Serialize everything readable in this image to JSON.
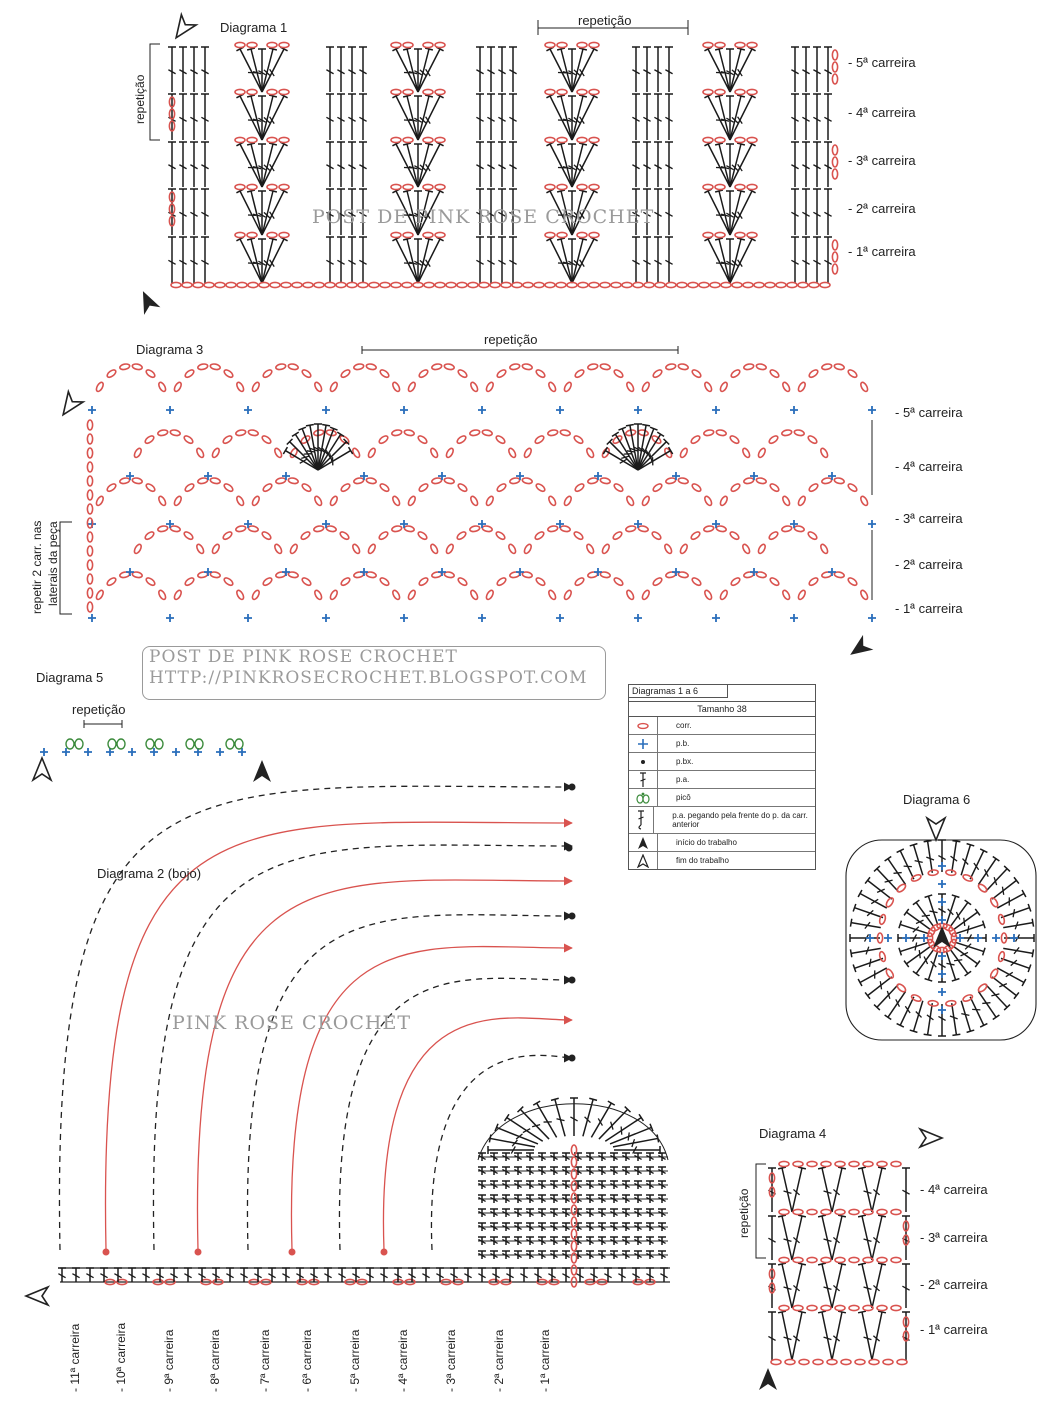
{
  "diagram1": {
    "title": "Diagrama 1",
    "repeat_label_top": "repetição",
    "repeat_label_side": "repetição",
    "rows": [
      "- 5ª carreira",
      "- 4ª carreira",
      "- 3ª carreira",
      "- 2ª carreira",
      "- 1ª carreira"
    ]
  },
  "diagram3": {
    "title": "Diagrama 3",
    "repeat_label_top": "repetição",
    "side_note": [
      "repetir 2 carr. nas",
      "laterais da peça"
    ],
    "rows": [
      "- 5ª carreira",
      "- 4ª carreira",
      "- 3ª carreira",
      "- 2ª carreira",
      "- 1ª carreira"
    ]
  },
  "diagram5": {
    "title": "Diagrama 5",
    "repeat_label_top": "repetição"
  },
  "diagram2": {
    "title": "Diagrama 2 (bojo)",
    "rows": [
      "- 11ª carreira",
      "- 10ª carreira",
      "- 9ª carreira",
      "- 8ª carreira",
      "- 7ª carreira",
      "- 6ª carreira",
      "- 5ª carreira",
      "- 4ª carreira",
      "- 3ª carreira",
      "- 2ª carreira",
      "- 1ª carreira"
    ]
  },
  "diagram6": {
    "title": "Diagrama 6"
  },
  "diagram4": {
    "title": "Diagrama 4",
    "repeat_label_side": "repetição",
    "rows": [
      "- 4ª carreira",
      "- 3ª carreira",
      "- 2ª carreira",
      "- 1ª carreira"
    ]
  },
  "legend": {
    "title": "Diagramas 1 a 6",
    "size": "Tamanho 38",
    "items": [
      {
        "icon": "chain-icon",
        "label": "corr."
      },
      {
        "icon": "single-crochet-icon",
        "label": "p.b."
      },
      {
        "icon": "slip-stitch-icon",
        "label": "p.bx."
      },
      {
        "icon": "double-crochet-icon",
        "label": "p.a."
      },
      {
        "icon": "picot-icon",
        "label": "picô"
      },
      {
        "icon": "front-post-double-crochet-icon",
        "label": "p.a. pegando pela frente do p. da carr. anterior"
      },
      {
        "icon": "start-arrow-icon",
        "label": "início do trabalho"
      },
      {
        "icon": "end-arrow-icon",
        "label": "fim do trabalho"
      }
    ]
  },
  "watermarks": {
    "diagram1": "POST DE PINK ROSE CROCHET",
    "box_line1": "POST DE PINK ROSE CROCHET",
    "box_line2": "HTTP://PINKROSECROCHET.BLOGSPOT.COM",
    "diagram2": "PINK ROSE CROCHET"
  },
  "colors": {
    "chain": "#d9534f",
    "single_crochet": "#2a6ebb",
    "picot": "#3a8a3a",
    "stitch": "#1a1a1a"
  }
}
